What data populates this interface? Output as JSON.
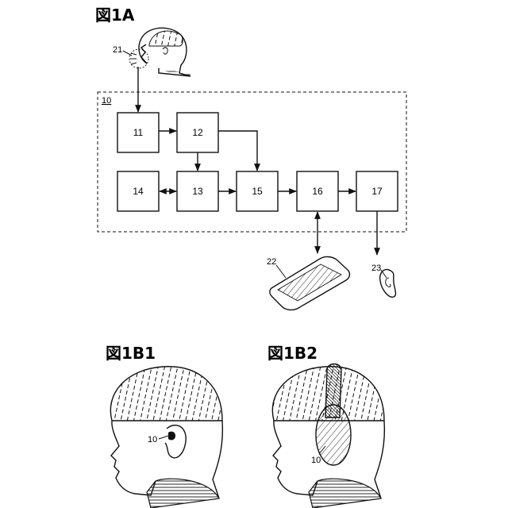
{
  "figure_a": {
    "title": "図1A",
    "device_label": "10",
    "mouth_label": "21",
    "phone_label": "22",
    "ear_label": "23",
    "blocks": [
      {
        "id": "11",
        "label": "11"
      },
      {
        "id": "12",
        "label": "12"
      },
      {
        "id": "13",
        "label": "13"
      },
      {
        "id": "14",
        "label": "14"
      },
      {
        "id": "15",
        "label": "15"
      },
      {
        "id": "16",
        "label": "16"
      },
      {
        "id": "17",
        "label": "17"
      }
    ]
  },
  "figure_b1": {
    "title": "図1B1",
    "device_label": "10"
  },
  "figure_b2": {
    "title": "図1B2",
    "device_label": "10"
  }
}
